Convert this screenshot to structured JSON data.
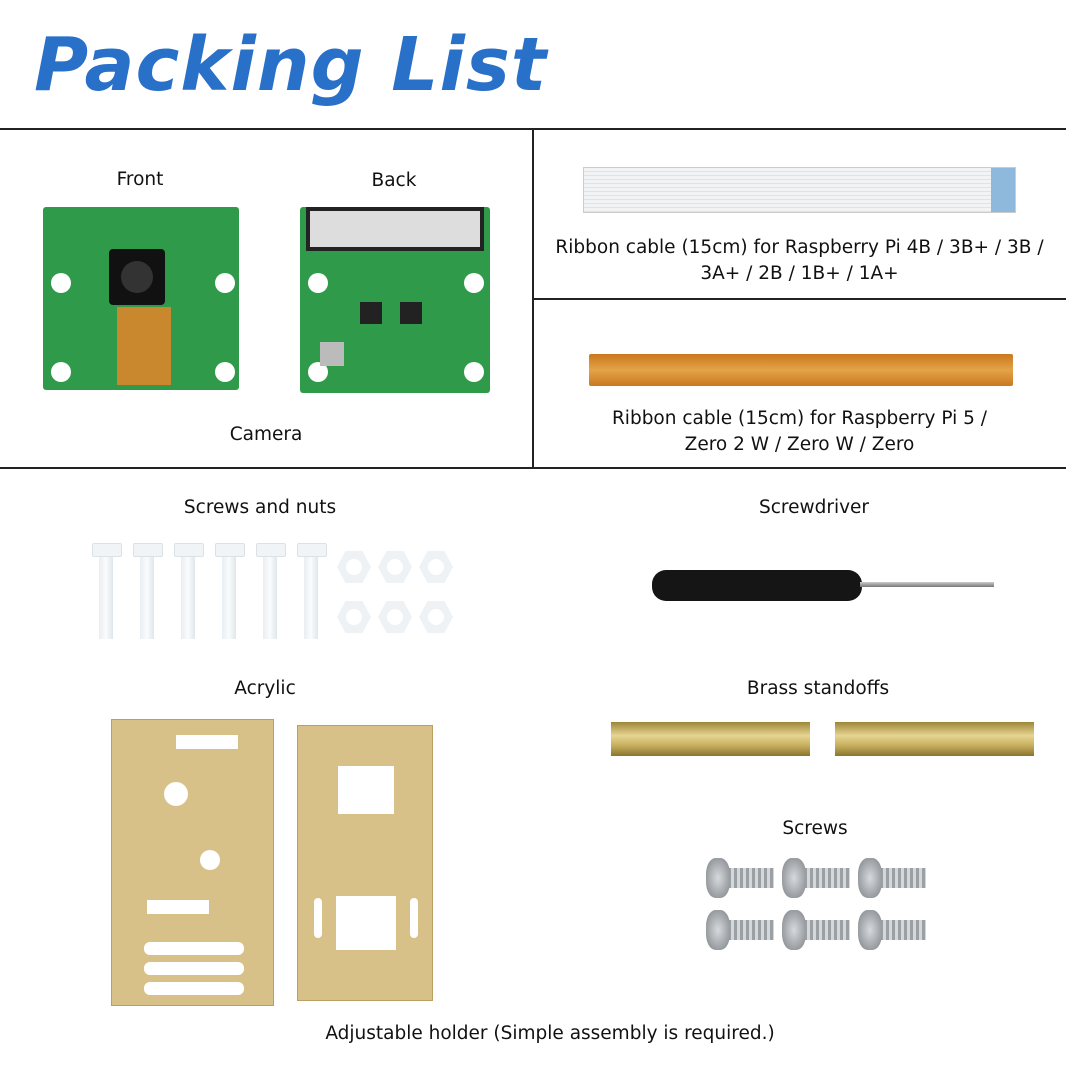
{
  "title": "Packing List",
  "colors": {
    "title": "#2870c8",
    "pcb": "#2f9a4a",
    "ribbon_flex": "#d98a2a",
    "acrylic": "#d8c189"
  },
  "camera": {
    "front_label": "Front",
    "back_label": "Back",
    "caption": "Camera"
  },
  "ribbon_cable_1": {
    "caption_line1": "Ribbon cable (15cm) for Raspberry Pi 4B / 3B+ / 3B /",
    "caption_line2": "3A+ / 2B / 1B+ / 1A+"
  },
  "ribbon_cable_2": {
    "caption_line1": "Ribbon cable (15cm) for Raspberry Pi 5 /",
    "caption_line2": "Zero 2 W / Zero W / Zero"
  },
  "screws_and_nuts": {
    "caption": "Screws and nuts"
  },
  "screwdriver": {
    "caption": "Screwdriver"
  },
  "acrylic": {
    "caption": "Acrylic",
    "footer": "Adjustable holder (Simple assembly is required.)"
  },
  "brass_standoffs": {
    "caption": "Brass standoffs"
  },
  "screws": {
    "caption": "Screws"
  }
}
